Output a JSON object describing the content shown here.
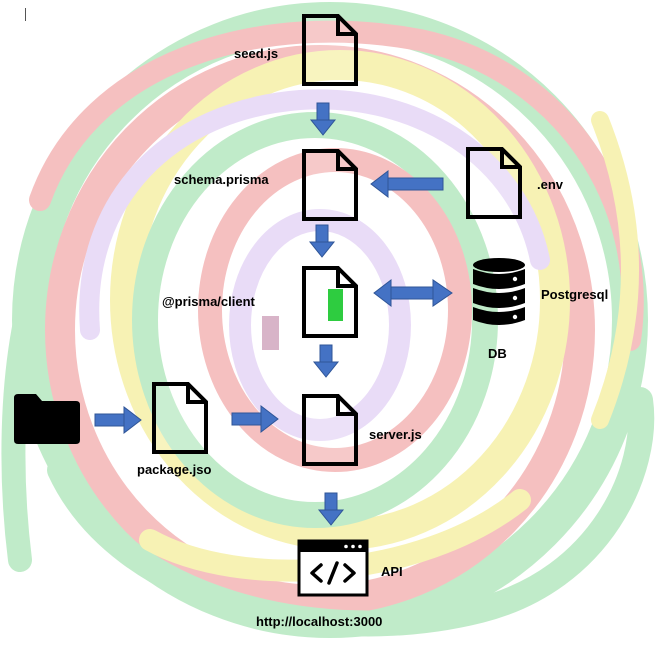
{
  "nodes": {
    "seed": {
      "label": "seed.js"
    },
    "schema": {
      "label": "schema.prisma"
    },
    "env": {
      "label": ".env"
    },
    "client": {
      "label": "@prisma/client"
    },
    "db": {
      "name": "Postgresql",
      "caption": "DB"
    },
    "package": {
      "label": "package.jso"
    },
    "server": {
      "label": "server.js"
    },
    "api": {
      "label": "API",
      "url": "http://localhost:3000"
    }
  },
  "colors": {
    "arrow": "#4472c4",
    "icon_stroke": "#000000",
    "client_highlight": "#2ecc40",
    "swirl_green": "#b6e8c0",
    "swirl_red": "#f4b6b6",
    "swirl_yellow": "#f6f0a8",
    "swirl_purple": "#e6d6f6"
  },
  "icons": {
    "file": "document-icon",
    "folder": "folder-icon",
    "database": "database-icon",
    "api": "code-window-icon",
    "arrow": "arrow-icon"
  }
}
